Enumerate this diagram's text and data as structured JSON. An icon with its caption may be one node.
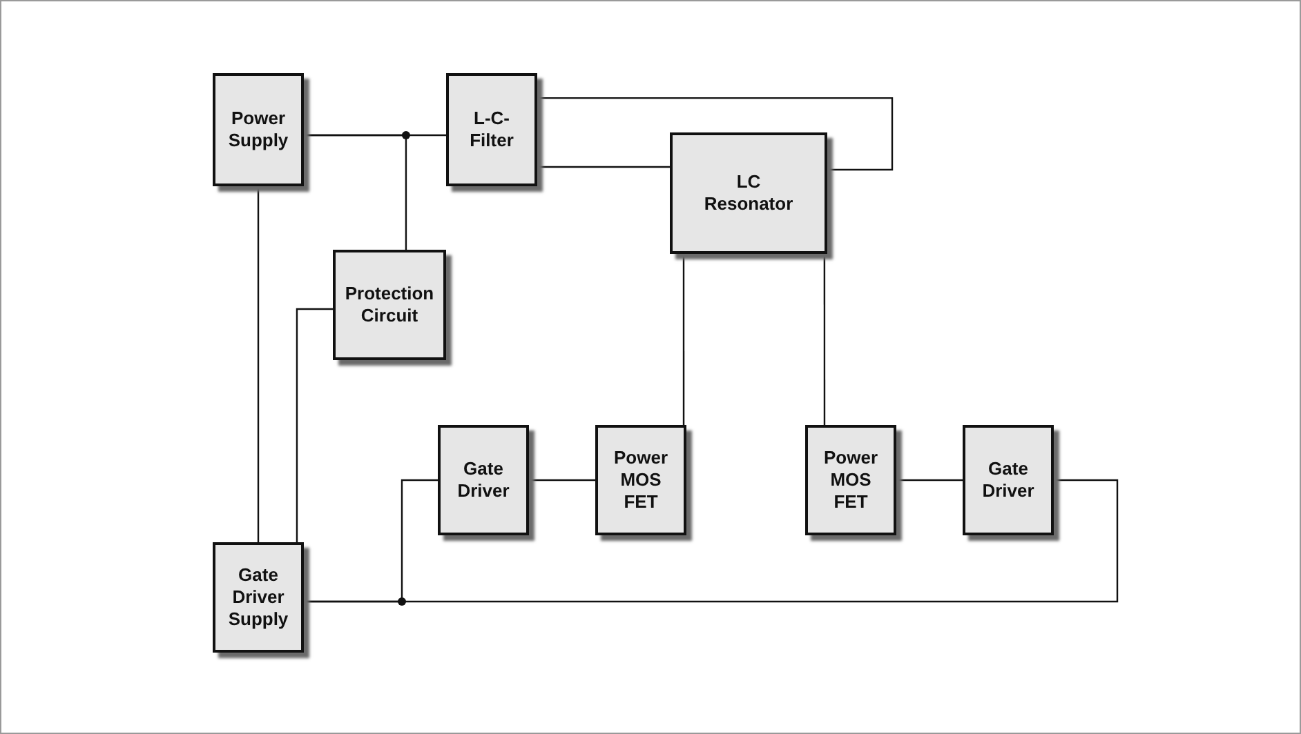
{
  "diagram": {
    "nodes": [
      {
        "text": [
          "Power Supply"
        ]
      },
      {
        "text": [
          "L-C-Filter"
        ]
      },
      {
        "text": [
          "LC Resonator"
        ]
      },
      {
        "text": [
          "Protection Circuit"
        ]
      },
      {
        "text": [
          "Gate Driver"
        ]
      },
      {
        "text": [
          "Power MOS FET"
        ]
      },
      {
        "text": [
          "Power MOS FET"
        ]
      },
      {
        "text": [
          "Gate Driver"
        ]
      },
      {
        "text": [
          "Gate Driver Supply"
        ]
      }
    ],
    "edges": [
      {
        "from": 0,
        "to": 1,
        "arrow": "none"
      },
      {
        "from": 0,
        "to": 3,
        "arrow": "none"
      },
      {
        "from": 1,
        "to": 2,
        "arrow": "none"
      },
      {
        "from": 1,
        "to": 2,
        "arrow": "none"
      },
      {
        "from": 2,
        "to": 5,
        "arrow": "none"
      },
      {
        "from": 2,
        "to": 6,
        "arrow": "none"
      },
      {
        "from": 4,
        "to": 5,
        "arrow": "none"
      },
      {
        "from": 6,
        "to": 7,
        "arrow": "none"
      },
      {
        "from": 0,
        "to": 8,
        "arrow": "none"
      },
      {
        "from": 3,
        "to": 8,
        "arrow": "none"
      },
      {
        "from": 8,
        "to": 4,
        "arrow": "none"
      },
      {
        "from": 8,
        "to": 7,
        "arrow": "none"
      }
    ]
  }
}
